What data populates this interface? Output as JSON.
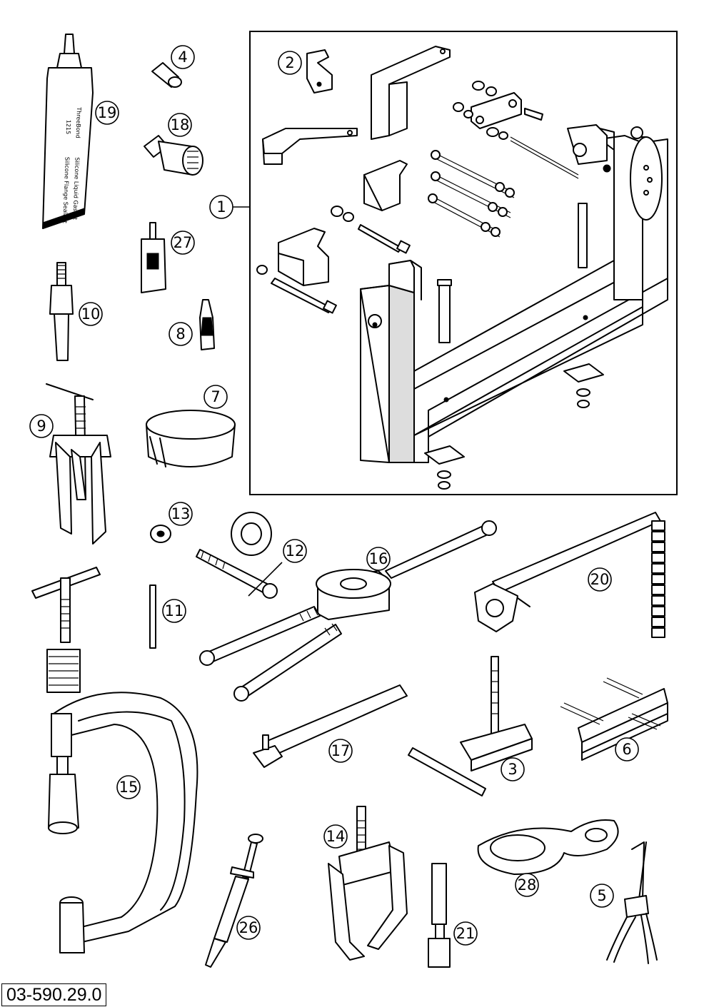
{
  "drawing_ref": "03-590.29.0",
  "tube_text": {
    "brand": "ThreeBond",
    "number": "1215",
    "line1": "Silicone Liquid Gasket",
    "line2": "Silicone Flange Sealant"
  },
  "callouts": [
    "1",
    "2",
    "3",
    "4",
    "5",
    "6",
    "7",
    "8",
    "9",
    "10",
    "11",
    "12",
    "13",
    "14",
    "15",
    "16",
    "17",
    "18",
    "19",
    "20",
    "21",
    "26",
    "27",
    "28"
  ]
}
